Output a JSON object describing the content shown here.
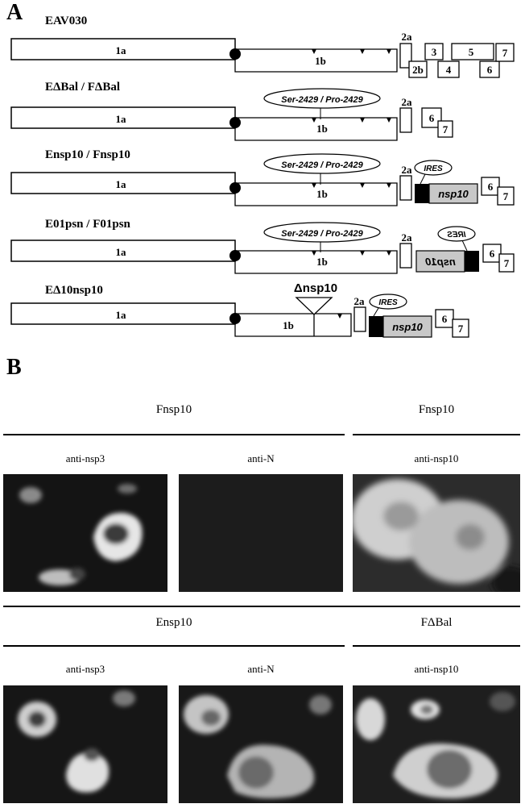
{
  "panel_a": {
    "letter": "A",
    "constructs": [
      {
        "name": "EAV030"
      },
      {
        "name": "EΔBal / FΔBal",
        "mutation_label": "Ser-2429 / Pro-2429"
      },
      {
        "name": "Ensp10 / Fnsp10",
        "mutation_label": "Ser-2429 / Pro-2429",
        "ires_label": "IRES",
        "insert_label": "nsp10"
      },
      {
        "name": "E01psn / F01psn",
        "mutation_label": "Ser-2429 / Pro-2429",
        "ires_label": "IRES",
        "insert_label": "nsp10"
      },
      {
        "name": "EΔ10nsp10",
        "deletion_label": "Δnsp10",
        "ires_label": "IRES",
        "insert_label": "nsp10"
      }
    ],
    "orf_labels": {
      "1a": "1a",
      "1b": "1b",
      "2a": "2a",
      "2b": "2b",
      "3": "3",
      "4": "4",
      "5": "5",
      "6": "6",
      "7": "7"
    }
  },
  "panel_b": {
    "letter": "B",
    "groups": [
      {
        "title": "Fnsp10"
      },
      {
        "title": "Fnsp10"
      },
      {
        "title": "Ensp10"
      },
      {
        "title": "FΔBal"
      }
    ],
    "images": [
      {
        "label": "anti-nsp3"
      },
      {
        "label": "anti-N"
      },
      {
        "label": "anti-nsp10"
      },
      {
        "label": "anti-nsp3"
      },
      {
        "label": "anti-N"
      },
      {
        "label": "anti-nsp10"
      }
    ]
  }
}
